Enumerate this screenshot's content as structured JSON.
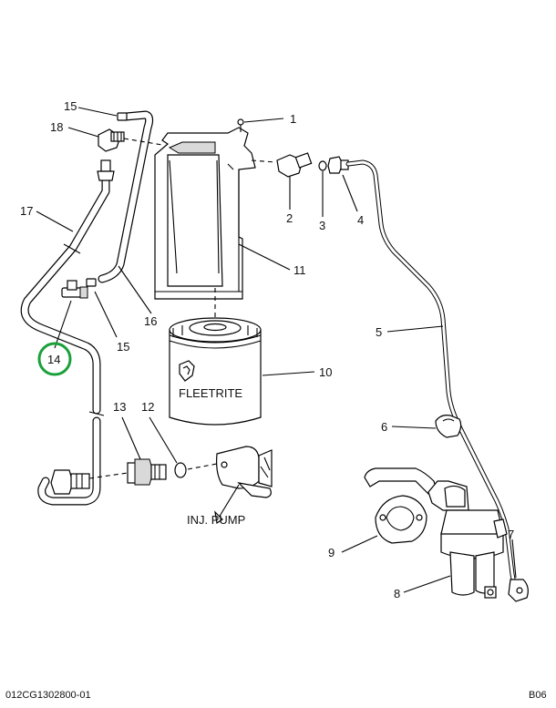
{
  "callouts": {
    "c1": "1",
    "c2": "2",
    "c3": "3",
    "c4": "4",
    "c5": "5",
    "c6": "6",
    "c7": "7",
    "c8": "8",
    "c9": "9",
    "c10": "10",
    "c11": "11",
    "c12": "12",
    "c13": "13",
    "c14": "14",
    "c15a": "15",
    "c15b": "15",
    "c16": "16",
    "c17": "17",
    "c18": "18"
  },
  "labels": {
    "filter_brand": "FLEETRITE",
    "inj_pump": "INJ. PUMP"
  },
  "footer": {
    "left": "012CG1302800-01",
    "right": "B06"
  },
  "highlight": {
    "target": "14",
    "color": "#1aa03a"
  }
}
